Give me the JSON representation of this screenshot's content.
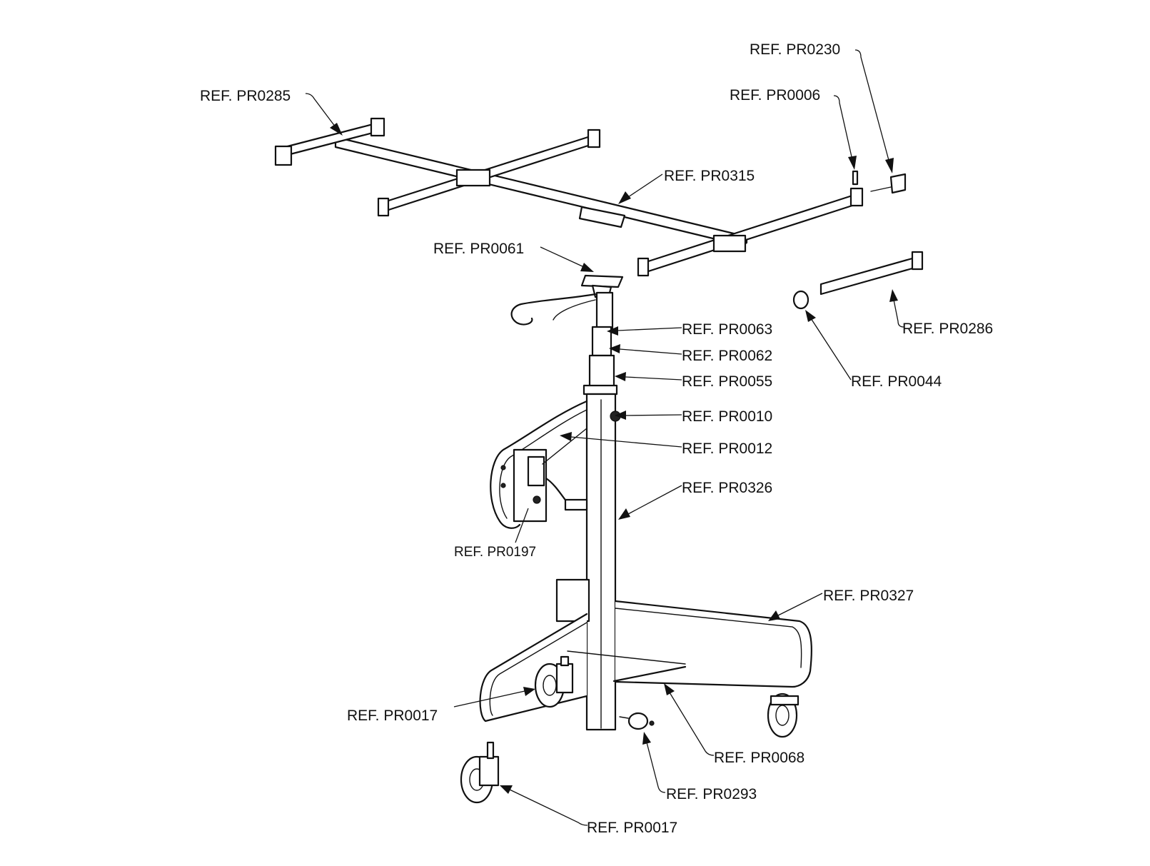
{
  "labels": {
    "pr0230": "REF. PR0230",
    "pr0006": "REF. PR0006",
    "pr0285": "REF. PR0285",
    "pr0315": "REF. PR0315",
    "pr0061": "REF. PR0061",
    "pr0063": "REF. PR0063",
    "pr0062": "REF. PR0062",
    "pr0055": "REF. PR0055",
    "pr0010": "REF. PR0010",
    "pr0012": "REF. PR0012",
    "pr0326": "REF. PR0326",
    "pr0286": "REF. PR0286",
    "pr0044": "REF. PR0044",
    "pr0197": "REF. PR0197",
    "pr0327": "REF. PR0327",
    "pr0017_left": "REF. PR0017",
    "pr0068": "REF. PR0068",
    "pr0293": "REF. PR0293",
    "pr0017_bottom": "REF. PR0017"
  },
  "colors": {
    "line": "#111111",
    "background": "#ffffff"
  }
}
